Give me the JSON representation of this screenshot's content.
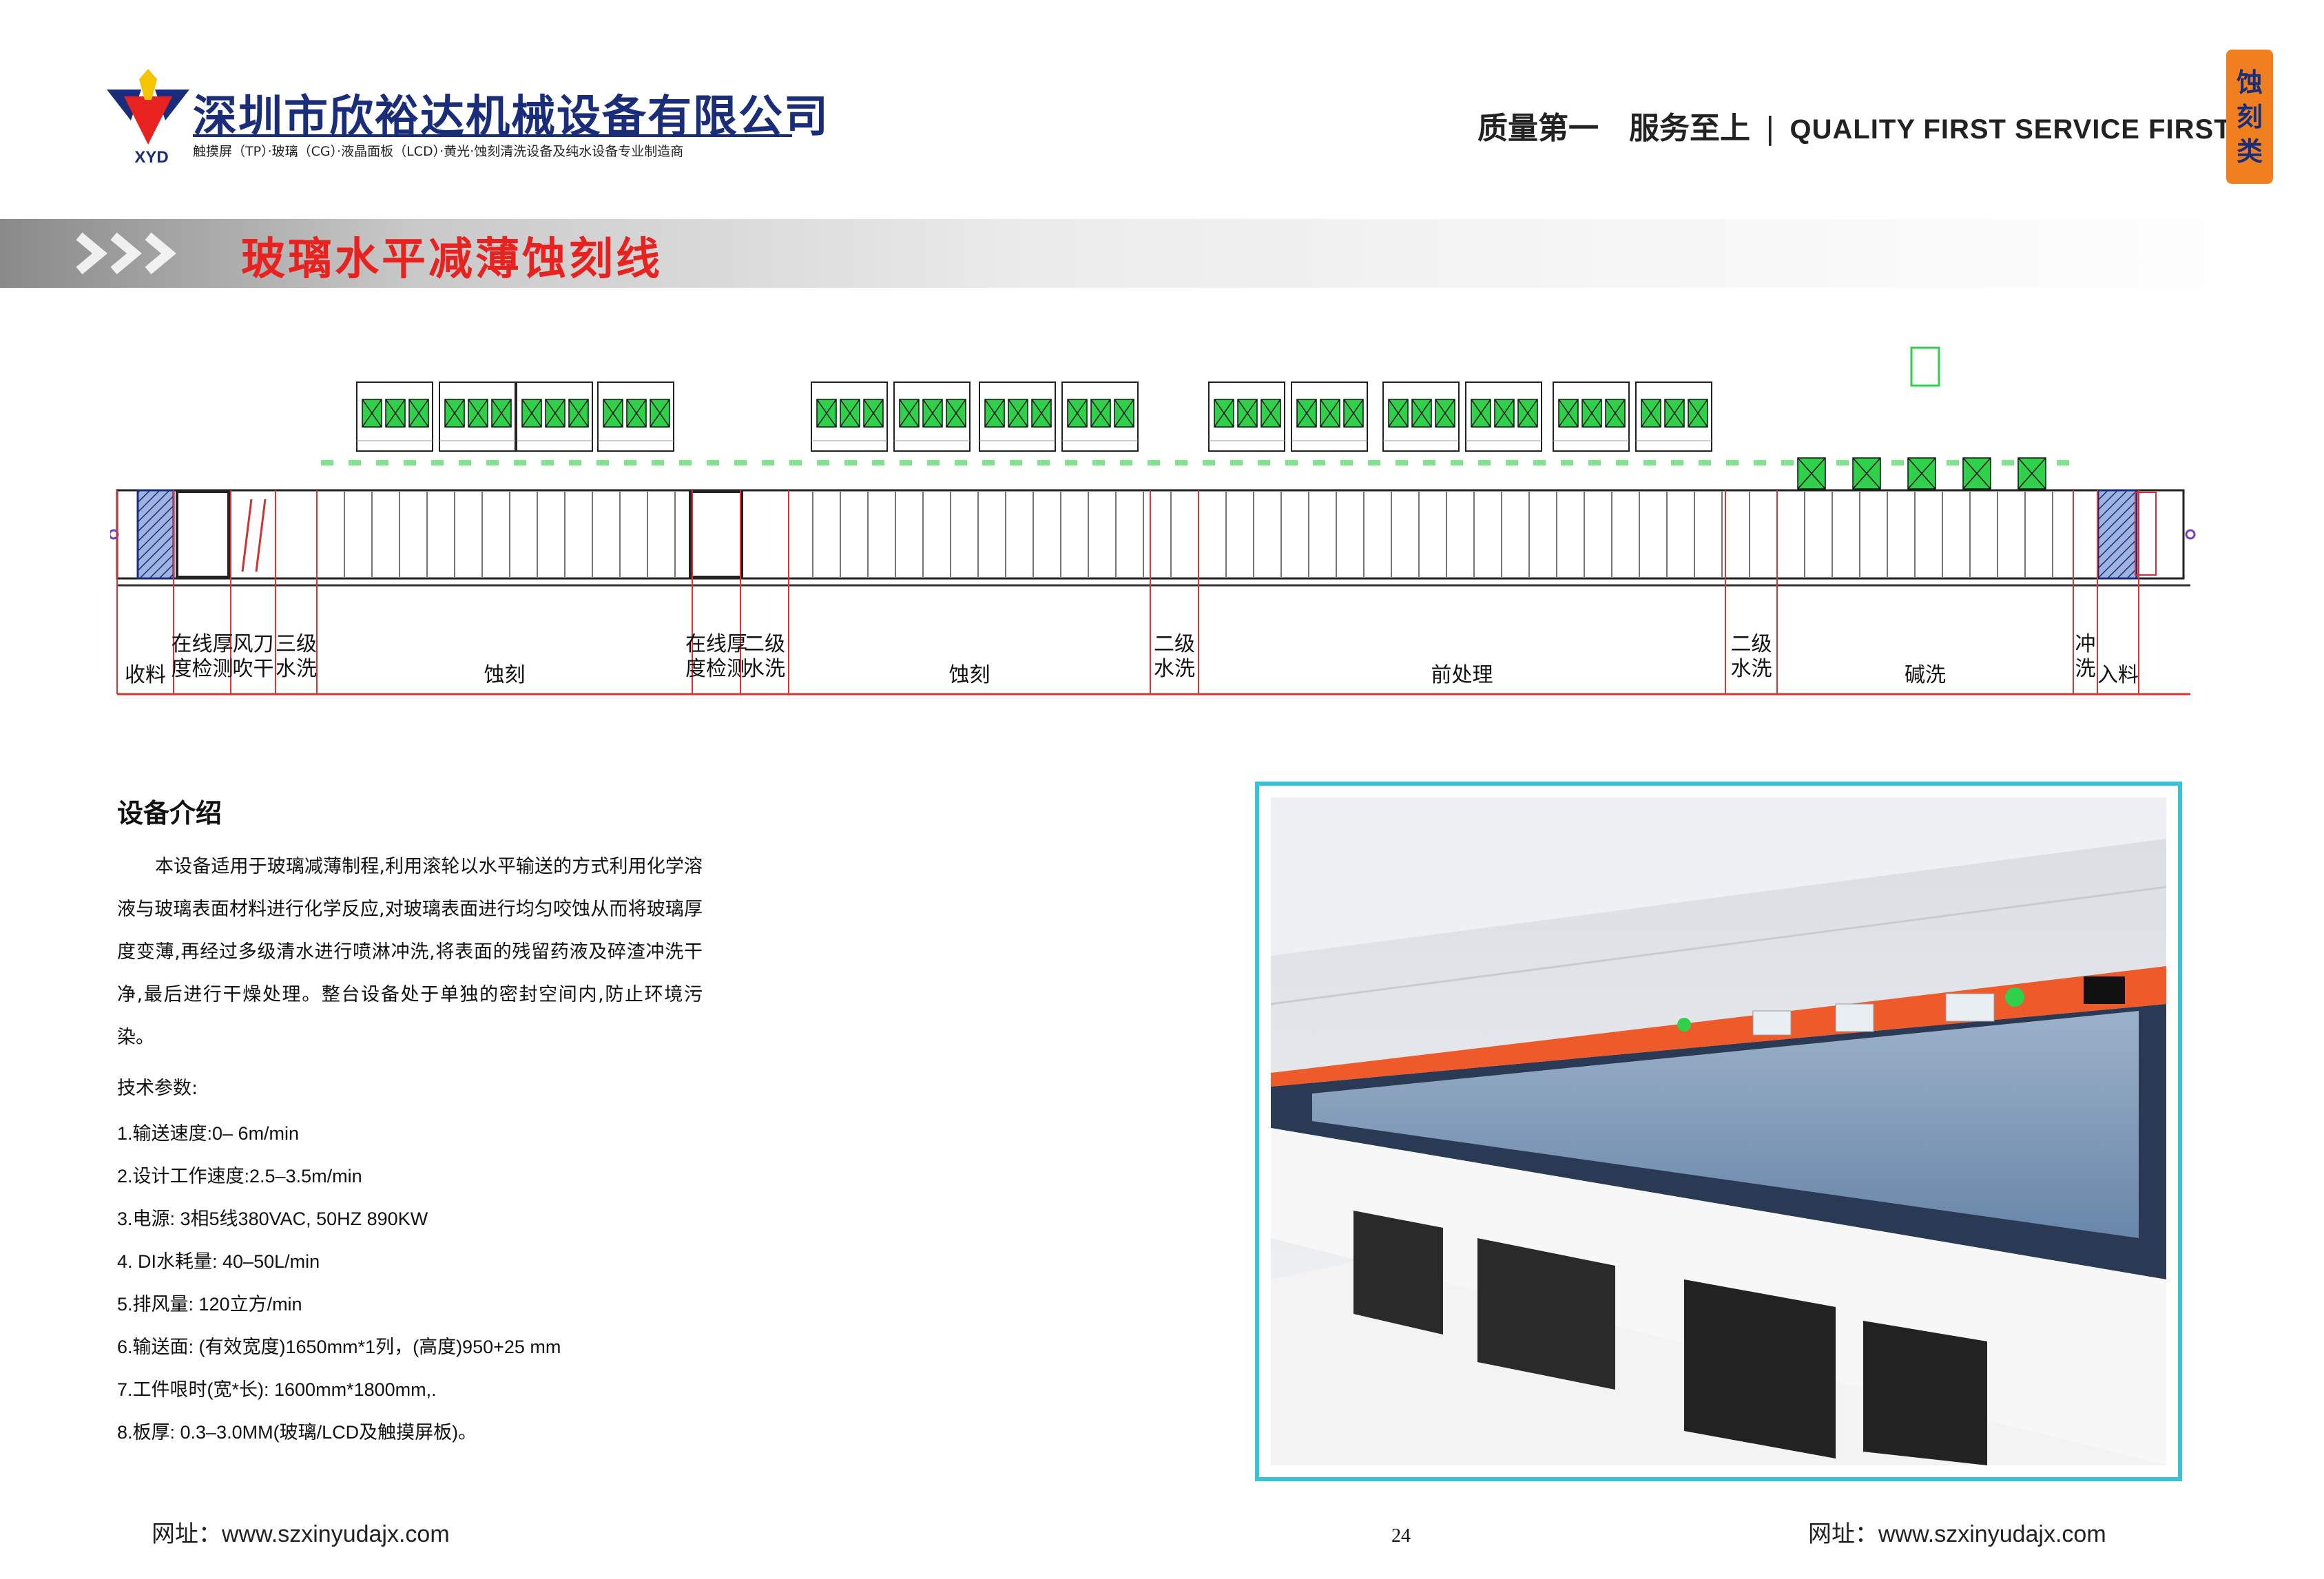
{
  "header": {
    "logo_code": "XYD",
    "company_name": "深圳市欣裕达机械设备有限公司",
    "company_tagline": "触摸屏（TP）·玻璃（CG）·液晶面板（LCD）·黄光·蚀刻清洗设备及纯水设备专业制造商",
    "slogan_cn": "质量第一　服务至上",
    "slogan_sep": "|",
    "slogan_en": "QUALITY FIRST SERVICE FIRST",
    "category_tab": [
      "蚀",
      "刻",
      "类"
    ]
  },
  "title": "玻璃水平减薄蚀刻线",
  "diagram": {
    "stages": [
      {
        "lines": [
          "收料"
        ]
      },
      {
        "lines": [
          "在线厚",
          "度检测"
        ]
      },
      {
        "lines": [
          "风刀",
          "吹干"
        ]
      },
      {
        "lines": [
          "三级",
          "水洗"
        ]
      },
      {
        "lines": [
          "蚀刻"
        ]
      },
      {
        "lines": [
          "在线厚",
          "度检测"
        ]
      },
      {
        "lines": [
          "二级",
          "水洗"
        ]
      },
      {
        "lines": [
          "蚀刻"
        ]
      },
      {
        "lines": [
          "二级",
          "水洗"
        ]
      },
      {
        "lines": [
          "前处理"
        ]
      },
      {
        "lines": [
          "二级",
          "水洗"
        ]
      },
      {
        "lines": [
          "碱洗"
        ]
      },
      {
        "lines": [
          "冲",
          "洗"
        ]
      },
      {
        "lines": [
          "入料"
        ]
      }
    ]
  },
  "intro": {
    "heading": "设备介绍",
    "body": "本设备适用于玻璃减薄制程,利用滚轮以水平输送的方式利用化学溶液与玻璃表面材料进行化学反应,对玻璃表面进行均匀咬蚀从而将玻璃厚度变薄,再经过多级清水进行喷淋冲洗,将表面的残留药液及碎渣冲洗干净,最后进行干燥处理。整台设备处于单独的密封空间内,防止环境污染。",
    "tech_heading": "技术参数:",
    "params": [
      "1.输送速度:0– 6m/min",
      "2.设计工作速度:2.5–3.5m/min",
      "3.电源: 3相5线380VAC, 50HZ 890KW",
      "4. DI水耗量: 40–50L/min",
      "5.排风量: 120立方/min",
      "6.输送面: (有效宽度)1650mm*1列，(高度)950+25 mm",
      "7.工件哏时(宽*长): 1600mm*1800mm,.",
      "8.板厚: 0.3–3.0MM(玻璃/LCD及触摸屏板)。"
    ]
  },
  "footer": {
    "website_left": "网址：www.szxinyudajx.com",
    "website_right": "网址：www.szxinyudajx.com",
    "page_number": "24"
  },
  "colors": {
    "brand_blue": "#1a2d7a",
    "title_red": "#e8231f",
    "tab_orange": "#f07f1f",
    "photo_border": "#39c3d9",
    "pump_green": "#2fd14a"
  }
}
